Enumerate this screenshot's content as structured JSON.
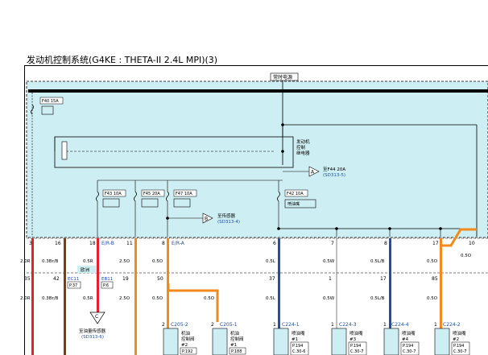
{
  "title": "发动机控制系统(G4KE : THETA-II 2.4L MPI)(3)",
  "power_label": "常时电源",
  "fuses": [
    {
      "label": "F40 15A"
    },
    {
      "label": "F43 10A"
    },
    {
      "label": "F45 20A"
    },
    {
      "label": "F47 10A"
    },
    {
      "label": "F42 10A",
      "sub": "喷油嘴"
    }
  ],
  "relay": {
    "lines": [
      "发动机",
      "控制",
      "继电器"
    ]
  },
  "offpage_a": {
    "letter": "A",
    "to": "至F44 20A",
    "ref": "(SD313-5)"
  },
  "offpage_b": {
    "letter": "B",
    "to": "至传感器",
    "ref": "(SD313-4)"
  },
  "offpage_c": {
    "letter": "C",
    "to": "至油量传感器",
    "ref": "(SD313-6)"
  },
  "pins": {
    "connector_1": [
      {
        "pin": "3",
        "circuit": ""
      },
      {
        "pin": "16",
        "circuit": ""
      },
      {
        "pin": "18",
        "circuit": "E/R-B"
      },
      {
        "pin": "11",
        "circuit": ""
      },
      {
        "pin": "8",
        "circuit": "E/R-A"
      },
      {
        "pin": "6",
        "circuit": ""
      },
      {
        "pin": "7",
        "circuit": ""
      },
      {
        "pin": "8",
        "circuit": ""
      },
      {
        "pin": "17",
        "circuit": ""
      },
      {
        "pin": "10",
        "circuit": ""
      }
    ],
    "connector_2": [
      "35",
      "42",
      "19",
      "50",
      "37",
      "1",
      "17",
      "85"
    ]
  },
  "wire_specs_upper": [
    "2.0R",
    "0.3Br/B",
    "0.5R",
    "2.5O",
    "0.5O",
    "0.5L",
    "0.5W",
    "0.5L/B",
    "0.5O",
    "0.5O"
  ],
  "wire_specs_lower": [
    "2.0R",
    "0.3Br/B",
    "0.5R",
    "2.5O",
    "0.5O",
    "0.5O",
    "0.5L",
    "0.5W",
    "0.5L/B",
    "0.5O"
  ],
  "region_labels": {
    "europe": "欧洲"
  },
  "ec_refs": [
    {
      "conn": "EC11",
      "pin": "P.37"
    },
    {
      "conn": "EB11",
      "pin": "P.6"
    }
  ],
  "components": [
    {
      "conn": "C205-2",
      "pin": "2",
      "name": [
        "机油",
        "控制阀",
        "#2"
      ],
      "ref": "P.192"
    },
    {
      "conn": "C205-1",
      "pin": "2",
      "name": [
        "机油",
        "控制阀",
        "#1"
      ],
      "ref": "P.188"
    },
    {
      "conn": "C224-1",
      "pin": "1",
      "name": [
        "喷油嘴",
        "#1"
      ],
      "ref": "P.194",
      "ref2": "C.30-6"
    },
    {
      "conn": "C224-3",
      "pin": "1",
      "name": [
        "喷油嘴",
        "#3"
      ],
      "ref": "P.194",
      "ref2": "C.30-7"
    },
    {
      "conn": "C224-4",
      "pin": "1",
      "name": [
        "喷油嘴",
        "#4"
      ],
      "ref": "P.194",
      "ref2": "C.30-7"
    },
    {
      "conn": "C224-2",
      "pin": "1",
      "name": [
        "喷油嘴",
        "#2"
      ],
      "ref": "P.194",
      "ref2": "C.30-7"
    }
  ],
  "wire_colors": {
    "red": "#e4202a",
    "brown": "#7a3d14",
    "orange": "#f28a1c",
    "blue": "#1e4faa",
    "white": "#ffffff",
    "panel": "#cdeef2"
  }
}
